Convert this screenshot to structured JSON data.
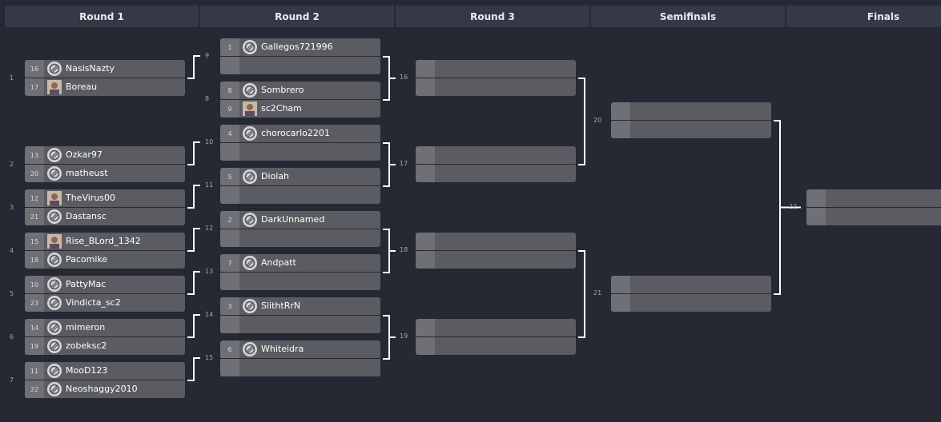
{
  "rounds": [
    "Round 1",
    "Round 2",
    "Round 3",
    "Semifinals",
    "Finals"
  ],
  "colors": {
    "background": "#262933",
    "header_bg": "#353946",
    "slot_bg": "#5b5c62",
    "seed_bg": "#6f7076",
    "connector": "#ffffff"
  },
  "matches": {
    "r1": [
      {
        "num": "1",
        "players": [
          {
            "seed": "16",
            "name": "NasisNazty",
            "avatar": "race-icon"
          },
          {
            "seed": "17",
            "name": "Boreau",
            "avatar": "profile-photo-icon"
          }
        ]
      },
      {
        "num": "2",
        "players": [
          {
            "seed": "13",
            "name": "Ozkar97",
            "avatar": "race-icon"
          },
          {
            "seed": "20",
            "name": "matheust",
            "avatar": "race-icon"
          }
        ]
      },
      {
        "num": "3",
        "players": [
          {
            "seed": "12",
            "name": "TheVirus00",
            "avatar": "profile-photo-icon"
          },
          {
            "seed": "21",
            "name": "Dastansc",
            "avatar": "race-icon"
          }
        ]
      },
      {
        "num": "4",
        "players": [
          {
            "seed": "15",
            "name": "Rise_BLord_1342",
            "avatar": "profile-photo-icon"
          },
          {
            "seed": "18",
            "name": "Pacomike",
            "avatar": "race-icon"
          }
        ]
      },
      {
        "num": "5",
        "players": [
          {
            "seed": "10",
            "name": "PattyMac",
            "avatar": "race-icon"
          },
          {
            "seed": "23",
            "name": "Vindicta_sc2",
            "avatar": "race-icon"
          }
        ]
      },
      {
        "num": "6",
        "players": [
          {
            "seed": "14",
            "name": "mimeron",
            "avatar": "race-icon"
          },
          {
            "seed": "19",
            "name": "zobeksc2",
            "avatar": "race-icon"
          }
        ]
      },
      {
        "num": "7",
        "players": [
          {
            "seed": "11",
            "name": "MooD123",
            "avatar": "race-icon"
          },
          {
            "seed": "22",
            "name": "Neoshaggy2010",
            "avatar": "race-icon"
          }
        ]
      }
    ],
    "r2": [
      {
        "num": "9",
        "players": [
          {
            "seed": "1",
            "name": "Gallegos721996",
            "avatar": "race-icon"
          },
          {
            "seed": "",
            "name": "",
            "avatar": ""
          }
        ]
      },
      {
        "num": "8",
        "players": [
          {
            "seed": "8",
            "name": "Sombrero",
            "avatar": "race-icon"
          },
          {
            "seed": "9",
            "name": "sc2Cham",
            "avatar": "profile-photo-icon"
          }
        ]
      },
      {
        "num": "10",
        "players": [
          {
            "seed": "4",
            "name": "chorocarlo2201",
            "avatar": "race-icon"
          },
          {
            "seed": "",
            "name": "",
            "avatar": ""
          }
        ]
      },
      {
        "num": "11",
        "players": [
          {
            "seed": "5",
            "name": "Diolah",
            "avatar": "race-icon"
          },
          {
            "seed": "",
            "name": "",
            "avatar": ""
          }
        ]
      },
      {
        "num": "12",
        "players": [
          {
            "seed": "2",
            "name": "DarkUnnamed",
            "avatar": "race-icon"
          },
          {
            "seed": "",
            "name": "",
            "avatar": ""
          }
        ]
      },
      {
        "num": "13",
        "players": [
          {
            "seed": "7",
            "name": "Andpatt",
            "avatar": "race-icon"
          },
          {
            "seed": "",
            "name": "",
            "avatar": ""
          }
        ]
      },
      {
        "num": "14",
        "players": [
          {
            "seed": "3",
            "name": "SlithtRrN",
            "avatar": "race-icon"
          },
          {
            "seed": "",
            "name": "",
            "avatar": ""
          }
        ]
      },
      {
        "num": "15",
        "players": [
          {
            "seed": "6",
            "name": "Whiteidra",
            "avatar": "race-icon"
          },
          {
            "seed": "",
            "name": "",
            "avatar": ""
          }
        ]
      }
    ],
    "r3": [
      {
        "num": "16"
      },
      {
        "num": "17"
      },
      {
        "num": "18"
      },
      {
        "num": "19"
      }
    ],
    "semis": [
      {
        "num": "20"
      },
      {
        "num": "21"
      }
    ],
    "finals": [
      {
        "num": "22"
      }
    ]
  }
}
